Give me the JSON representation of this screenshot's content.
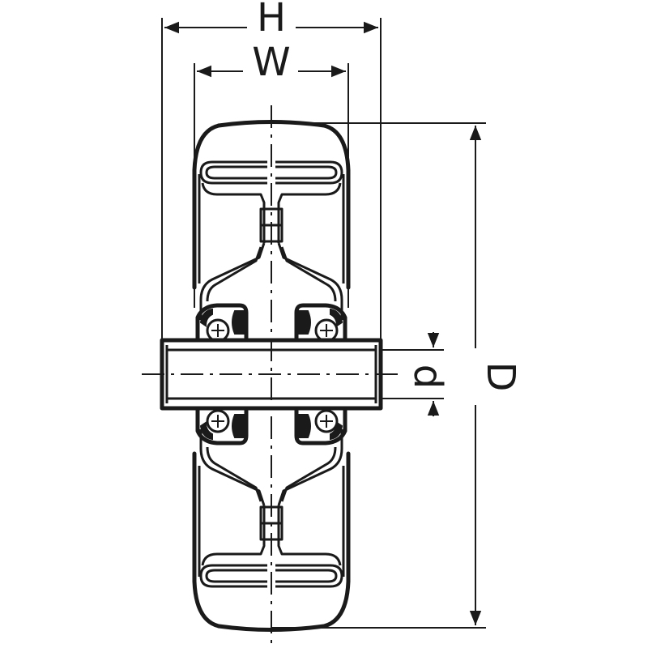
{
  "dimensions": {
    "overall_width": "H",
    "tread_width": "W",
    "bore_diameter": "d",
    "outer_diameter": "D"
  },
  "colors": {
    "line": "#1a1a1a",
    "background": "#ffffff"
  }
}
